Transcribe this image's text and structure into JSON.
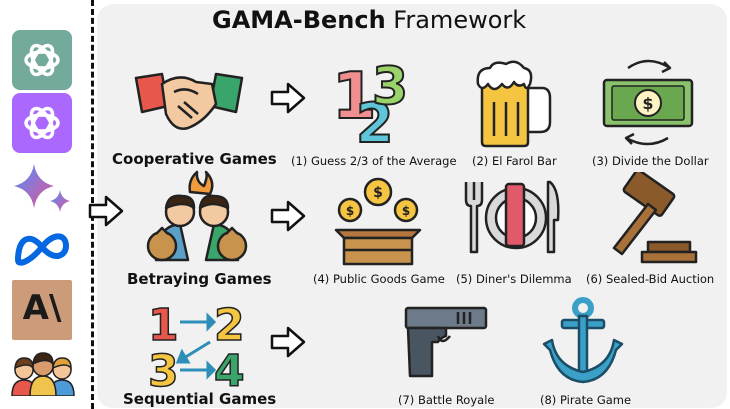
{
  "title_bold": "GAMA-Bench",
  "title_rest": " Framework",
  "models": [
    "gpt-icon",
    "gpt4-icon",
    "gemini-icon",
    "meta-icon",
    "anthropic-icon",
    "human-icon"
  ],
  "anthropic_logo_text": "A\\",
  "categories": {
    "cooperative": "Cooperative Games",
    "betraying": "Betraying Games",
    "sequential": "Sequential Games"
  },
  "games": {
    "g1": "(1) Guess 2/3 of the Average",
    "g2": "(2) El Farol Bar",
    "g3": "(3) Divide the Dollar",
    "g4": "(4) Public Goods Game",
    "g5": "(5) Diner's Dilemma",
    "g6": "(6) Sealed-Bid Auction",
    "g7": "(7) Battle Royale",
    "g8": "(8) Pirate Game"
  },
  "icon_text": {
    "n1": "1",
    "n2": "2",
    "n3": "3",
    "n4": "4",
    "dollar": "$"
  },
  "colors": {
    "gpt_green": "#74aa9c",
    "gpt_purple": "#ab68ff",
    "meta_blue": "#0668e1",
    "anthropic_bg": "#cc9b7a"
  }
}
